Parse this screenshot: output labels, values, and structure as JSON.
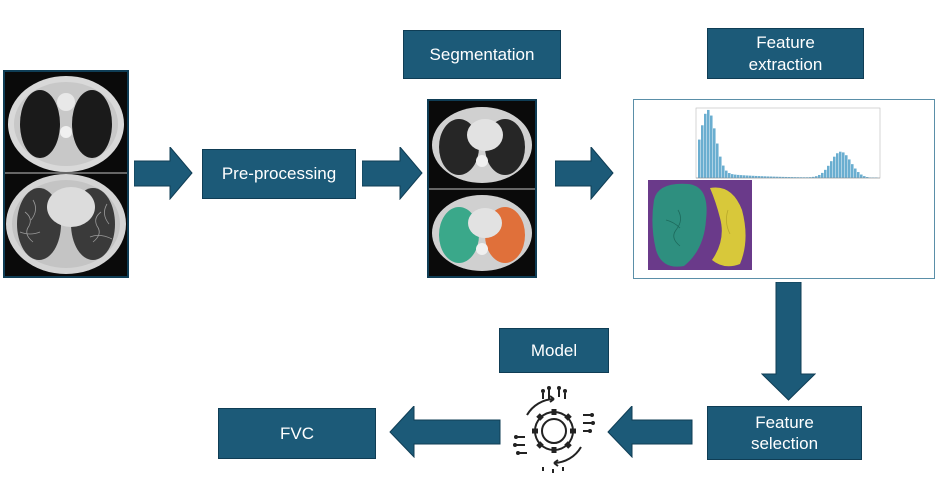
{
  "boxes": {
    "preprocessing": "Pre-processing",
    "segmentation": "Segmentation",
    "feature_extraction": "Feature\nextraction",
    "feature_selection": "Feature\nselection",
    "model": "Model",
    "fvc": "FVC"
  },
  "colors": {
    "box_fill": "#1c5a78",
    "arrow_fill": "#1c5a78",
    "seg_left_lung": "#3aa88a",
    "seg_right_lung": "#e0703a",
    "hist_bar": "#6aaed0",
    "mask_left": "#2e8f7f",
    "mask_background": "#6a3a8a",
    "mask_right": "#d8c83a"
  },
  "icons": {
    "ct_input": "ct-scan-images",
    "ct_segmented": "segmented-ct-images",
    "histogram": "histogram-chart",
    "lung_mask": "lung-mask-image",
    "model": "ai-gear-circuit-icon"
  }
}
